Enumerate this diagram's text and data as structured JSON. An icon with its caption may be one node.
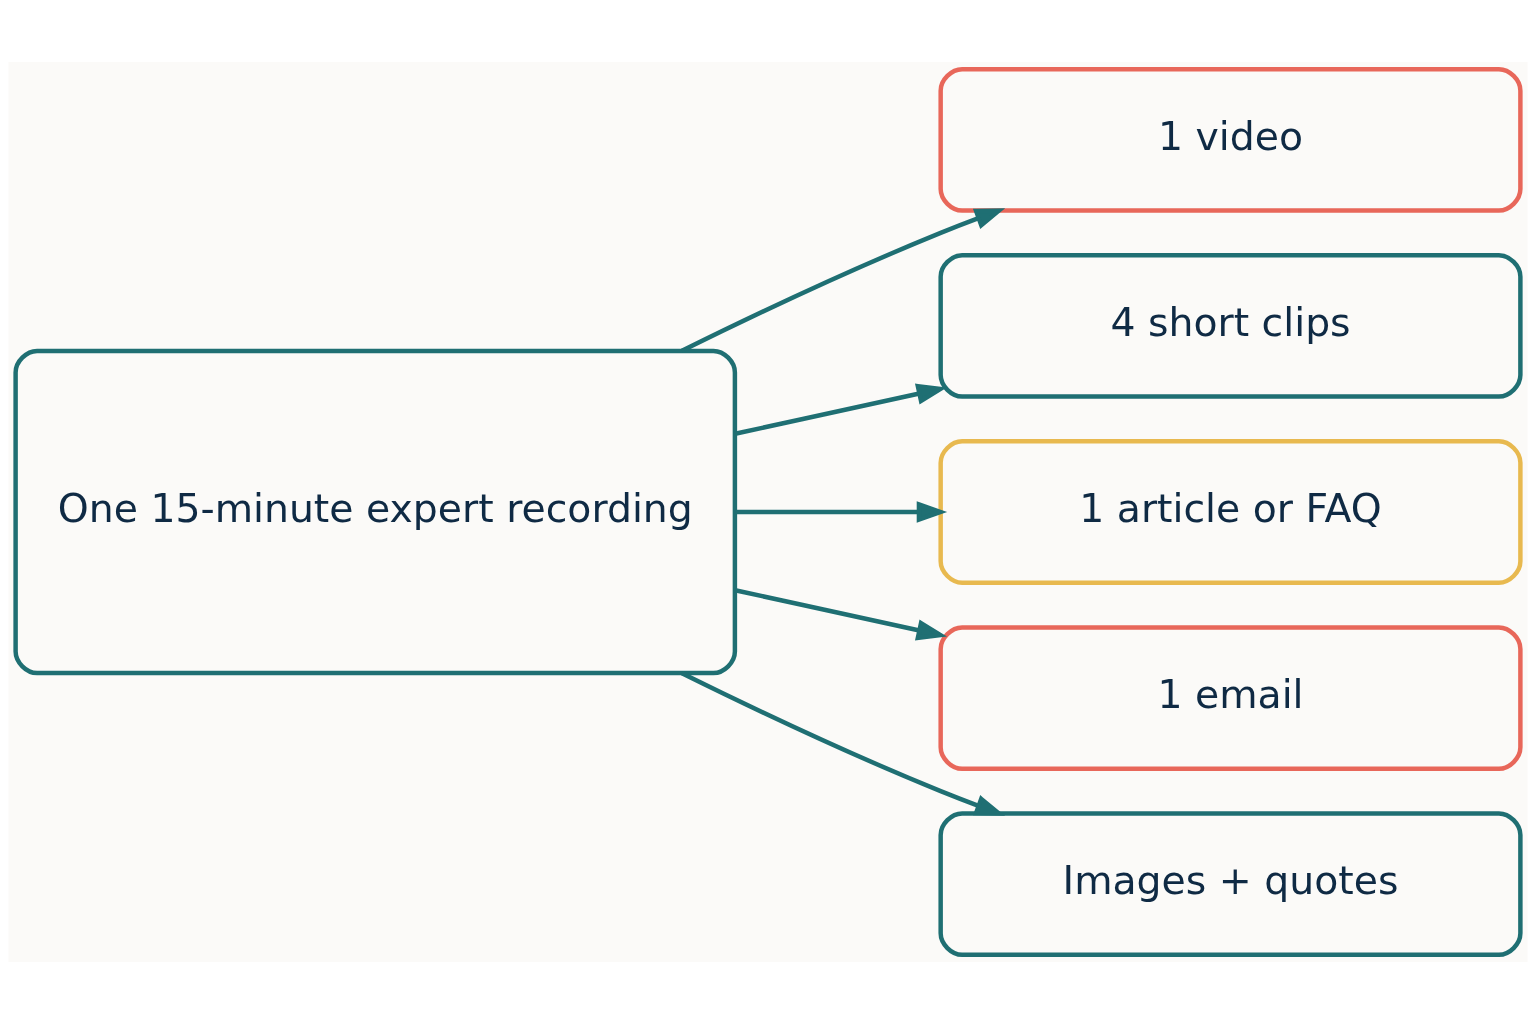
{
  "diagram": {
    "nodes": [
      {
        "text": [
          "One 15-minute expert recording"
        ]
      },
      {
        "text": [
          "1 video"
        ]
      },
      {
        "text": [
          "4 short clips"
        ]
      },
      {
        "text": [
          "1 article or FAQ"
        ]
      },
      {
        "text": [
          "1 email"
        ]
      },
      {
        "text": [
          "Images + quotes"
        ]
      }
    ],
    "edges": [
      {
        "from": 0,
        "to": 1,
        "arrow": "to"
      },
      {
        "from": 0,
        "to": 2,
        "arrow": "to"
      },
      {
        "from": 0,
        "to": 3,
        "arrow": "to"
      },
      {
        "from": 0,
        "to": 4,
        "arrow": "to"
      },
      {
        "from": 0,
        "to": 5,
        "arrow": "to"
      }
    ]
  }
}
